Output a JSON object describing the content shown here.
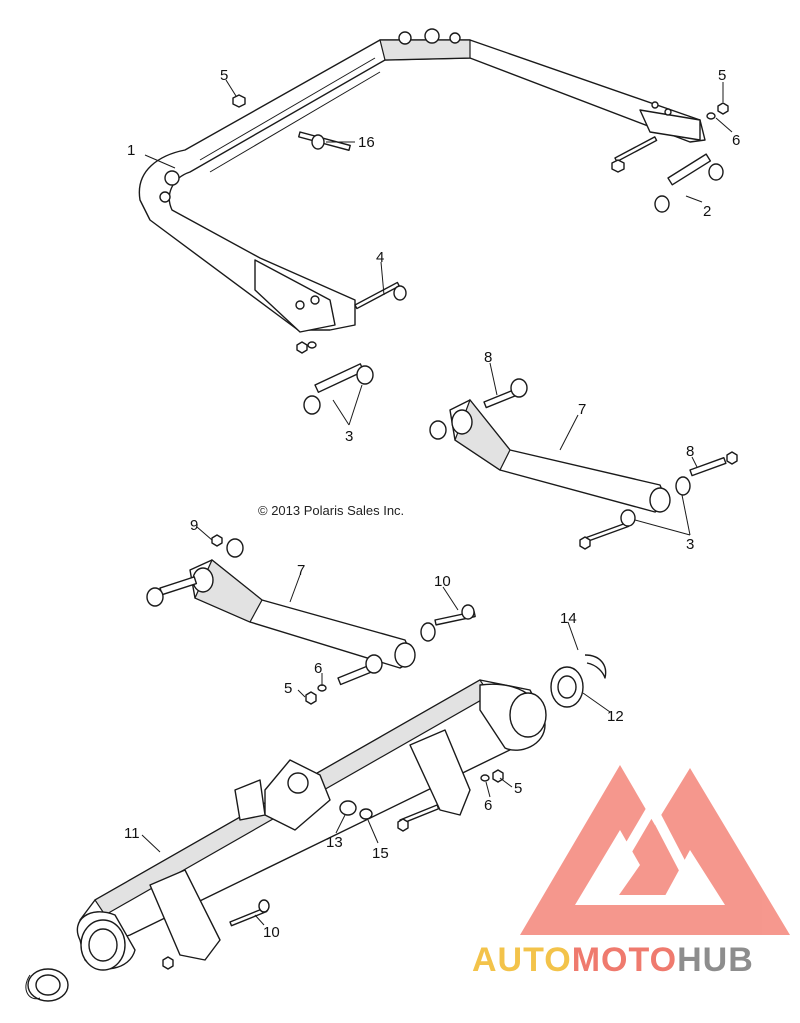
{
  "copyright": "© 2013 Polaris Sales Inc.",
  "callouts": {
    "c1": "1",
    "c2": "2",
    "c3a": "3",
    "c3b": "3",
    "c4": "4",
    "c5a": "5",
    "c5b": "5",
    "c5c": "5",
    "c5d": "5",
    "c6a": "6",
    "c6b": "6",
    "c6c": "6",
    "c7a": "7",
    "c7b": "7",
    "c8a": "8",
    "c8b": "8",
    "c9": "9",
    "c10a": "10",
    "c10b": "10",
    "c11": "11",
    "c12": "12",
    "c13": "13",
    "c14": "14",
    "c15": "15",
    "c16": "16"
  },
  "watermark": {
    "part1": "AUTO",
    "part2": "MOTO",
    "part3": "HUB",
    "colors": {
      "yellow": "#f3c34a",
      "red": "#ef7a6e",
      "gray": "#8d8d8d",
      "logo": "#f4867a"
    }
  }
}
